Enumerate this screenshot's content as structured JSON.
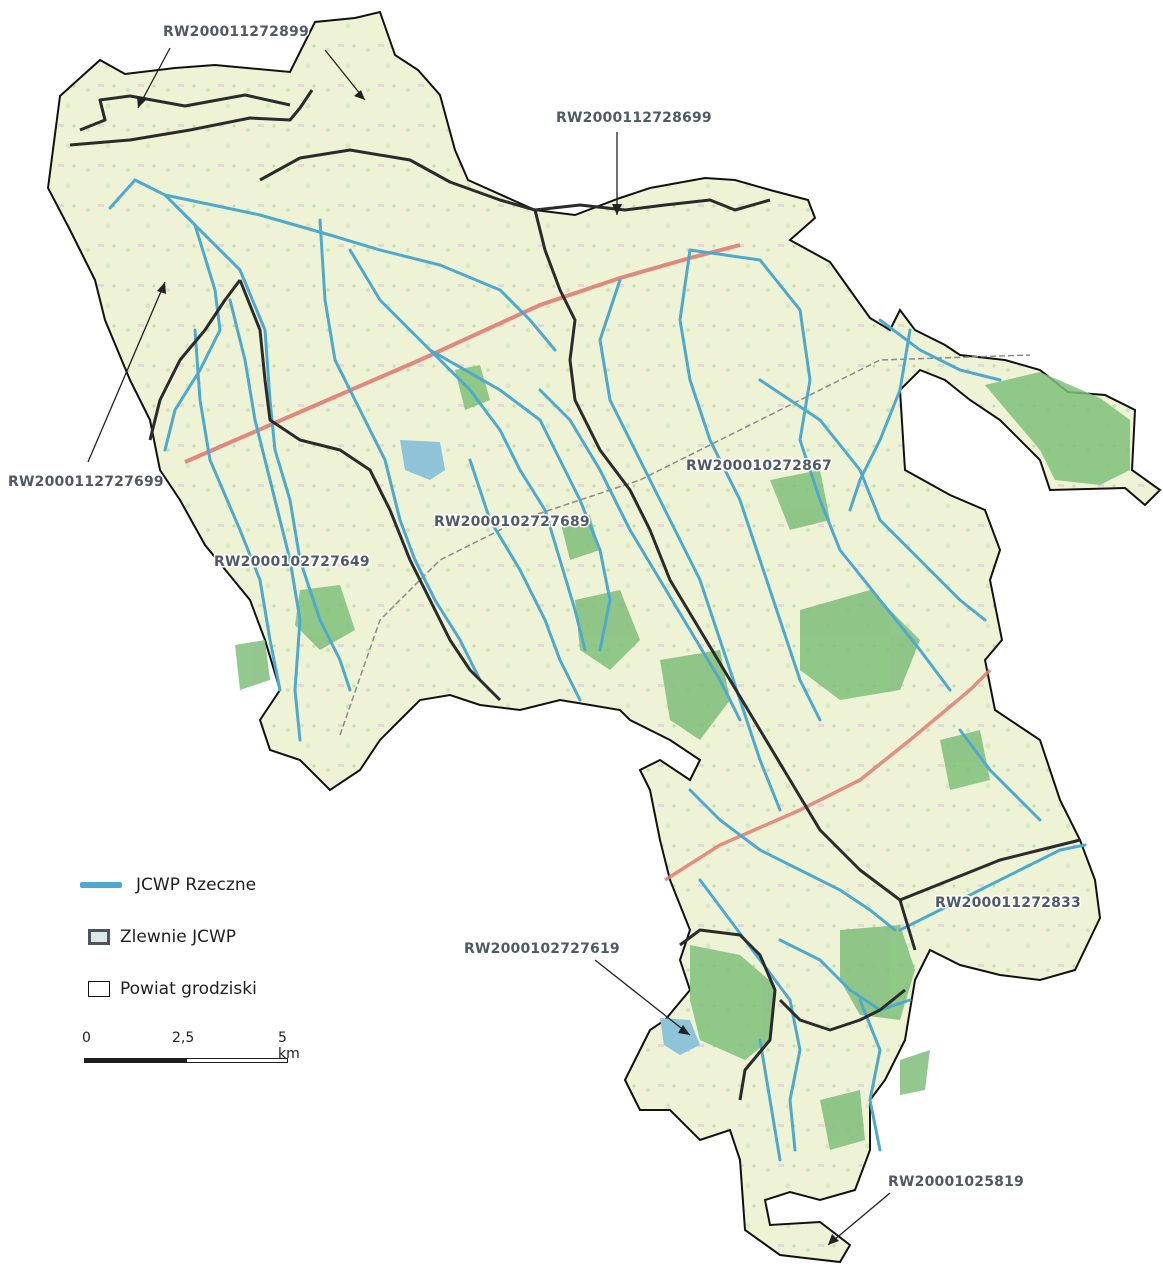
{
  "map": {
    "labels": {
      "rw_899": "RW200011272899",
      "rw_8699": "RW2000112728699",
      "rw_7699": "RW2000112727699",
      "rw_867": "RW200010272867",
      "rw_689": "RW2000102727689",
      "rw_649": "RW2000102727649",
      "rw_833": "RW200011272833",
      "rw_619": "RW2000102727619",
      "rw_819": "RW20001025819"
    },
    "colors": {
      "land": "#eef3d6",
      "forest": "#7fbf7a",
      "river": "#4fa9cc",
      "catchment_border": "#2b2b2b",
      "county_border": "#111111",
      "motorway": "#e07b74",
      "water_body": "#8fc3d8"
    }
  },
  "legend": {
    "river_label": "JCWP Rzeczne",
    "catchment_label": "Zlewnie JCWP",
    "county_label": "Powiat grodziski"
  },
  "scale_bar": {
    "tick_0": "0",
    "tick_mid": "2,5",
    "tick_end": "5 km"
  }
}
